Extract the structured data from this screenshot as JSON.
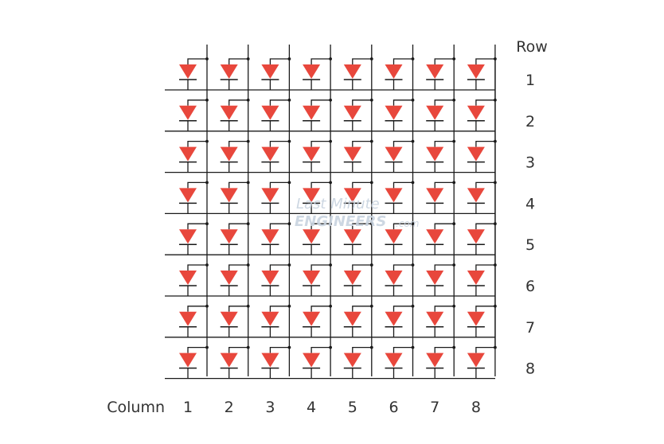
{
  "diagram": {
    "row_heading": "Row",
    "column_heading": "Column",
    "rows": [
      "1",
      "2",
      "3",
      "4",
      "5",
      "6",
      "7",
      "8"
    ],
    "columns": [
      "1",
      "2",
      "3",
      "4",
      "5",
      "6",
      "7",
      "8"
    ],
    "led_color": "#e8473c",
    "wire_color": "#1a1a1a"
  },
  "watermark": {
    "line1": "Last Minute",
    "line2": "ENGINEERS",
    "suffix": ".com"
  }
}
